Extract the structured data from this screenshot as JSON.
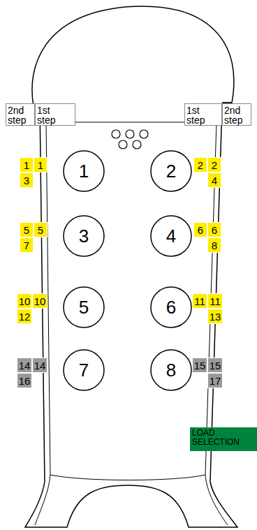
{
  "diagram": {
    "nodes": [
      {
        "text": [
          "2nd step"
        ]
      },
      {
        "text": [
          "1st step"
        ]
      },
      {
        "text": [
          "1st step"
        ]
      },
      {
        "text": [
          "2nd step"
        ]
      },
      {
        "text": [
          "1"
        ]
      },
      {
        "text": [
          "1"
        ]
      },
      {
        "text": [
          "1"
        ]
      },
      {
        "text": [
          "2"
        ]
      },
      {
        "text": [
          "2"
        ]
      },
      {
        "text": [
          "2"
        ]
      },
      {
        "text": [
          "3"
        ]
      },
      {
        "text": [
          "4"
        ]
      },
      {
        "text": [
          "5"
        ]
      },
      {
        "text": [
          "5"
        ]
      },
      {
        "text": [
          "3"
        ]
      },
      {
        "text": [
          "4"
        ]
      },
      {
        "text": [
          "6"
        ]
      },
      {
        "text": [
          "6"
        ]
      },
      {
        "text": [
          "7"
        ]
      },
      {
        "text": [
          "8"
        ]
      },
      {
        "text": [
          "10"
        ]
      },
      {
        "text": [
          "10"
        ]
      },
      {
        "text": [
          "5"
        ]
      },
      {
        "text": [
          "6"
        ]
      },
      {
        "text": [
          "11"
        ]
      },
      {
        "text": [
          "11"
        ]
      },
      {
        "text": [
          "12"
        ]
      },
      {
        "text": [
          "13"
        ]
      },
      {
        "text": [
          "14"
        ]
      },
      {
        "text": [
          "14"
        ]
      },
      {
        "text": [
          "7"
        ]
      },
      {
        "text": [
          "8"
        ]
      },
      {
        "text": [
          "15"
        ]
      },
      {
        "text": [
          "15"
        ]
      },
      {
        "text": [
          "16"
        ]
      },
      {
        "text": [
          "17"
        ]
      },
      {
        "text": [
          "LOAD SELECTION"
        ]
      }
    ]
  }
}
